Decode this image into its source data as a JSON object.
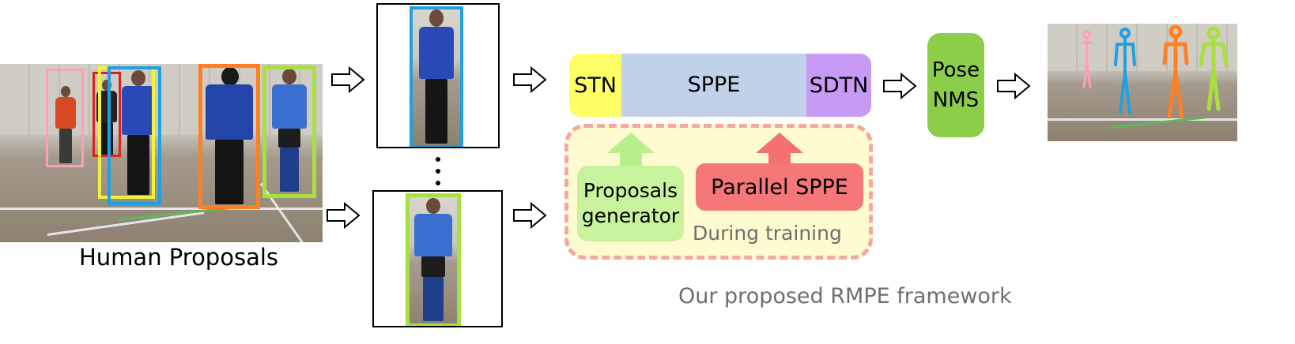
{
  "labels": {
    "human_proposals": "Human Proposals",
    "framework": "Our proposed RMPE framework",
    "stn": "STN",
    "sppe": "SPPE",
    "sdtn": "SDTN",
    "pose_nms": "Pose\nNMS",
    "proposals_generator": "Proposals\ngenerator",
    "parallel_sppe": "Parallel SPPE",
    "during_training": "During training"
  },
  "colors": {
    "stn": "#ffff66",
    "sppe": "#c0d1e8",
    "sdtn": "#c79af5",
    "pose_nms": "#8ccd4a",
    "training_bg": "#fdfbcf",
    "training_border": "#f5a6a6",
    "proposals_generator": "#c9f29c",
    "parallel_sppe": "#f57778",
    "arrow_green": "#b7ef8a",
    "arrow_red": "#f47172",
    "box_pink": "#ff9fb7",
    "box_red": "#e02020",
    "box_yellow": "#f2f23a",
    "box_blue": "#20a0e0",
    "box_orange": "#ff7f24",
    "box_lime": "#a8e040"
  },
  "icons": [
    "right-arrow-icon",
    "up-arrow-icon"
  ]
}
